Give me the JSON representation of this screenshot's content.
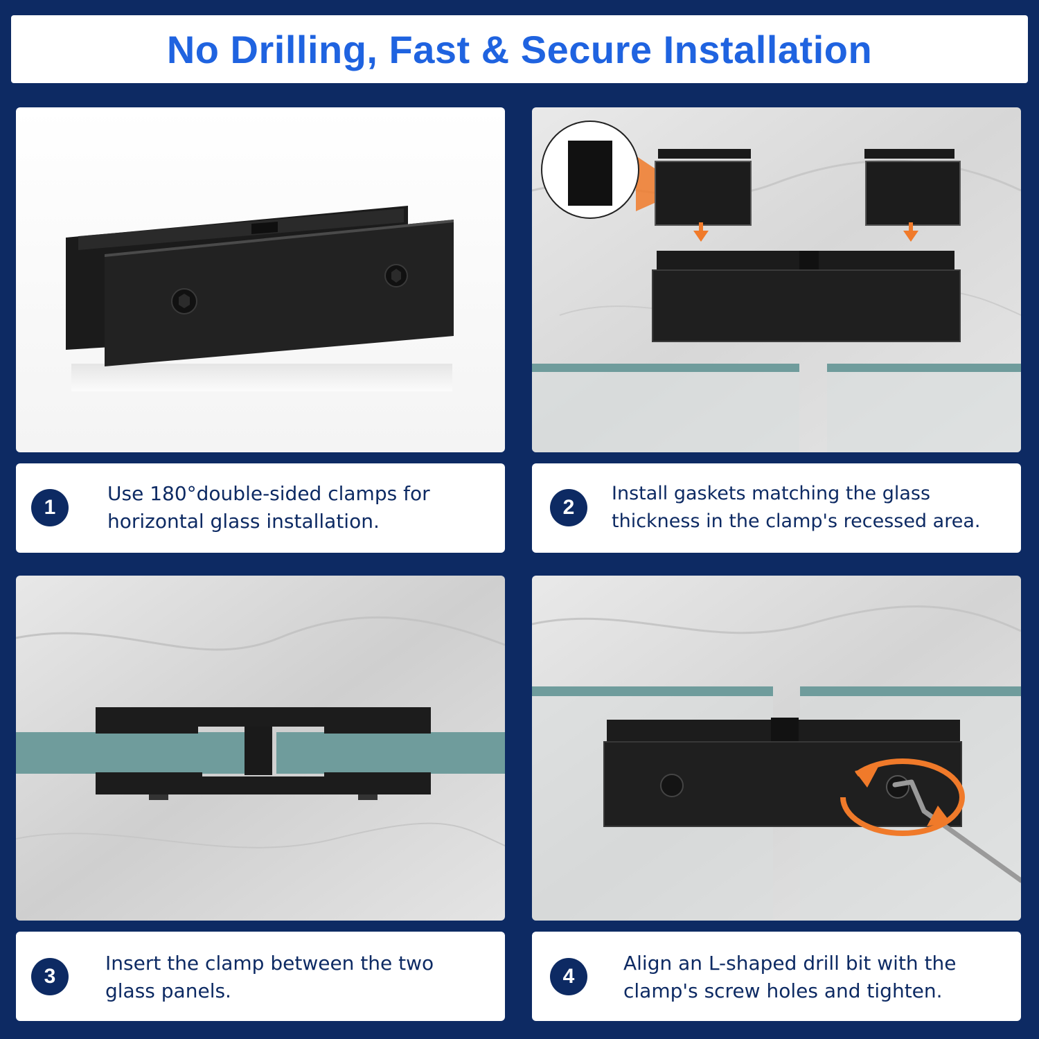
{
  "header": {
    "title": "No Drilling, Fast & Secure Installation"
  },
  "colors": {
    "navy": "#0d2a63",
    "title_blue": "#1f63e0",
    "accent_orange": "#f07a2a",
    "glass": "#6f9c9c"
  },
  "steps": [
    {
      "number": "1",
      "lines": [
        "Use 180°double-sided clamps for",
        "horizontal glass installation."
      ]
    },
    {
      "number": "2",
      "lines": [
        "Install gaskets matching the glass",
        "thickness in the clamp's recessed area."
      ]
    },
    {
      "number": "3",
      "lines": [
        "Insert the clamp between the two",
        "glass panels."
      ]
    },
    {
      "number": "4",
      "lines": [
        "Align an L-shaped drill bit with the",
        "clamp's screw holes and tighten."
      ]
    }
  ]
}
